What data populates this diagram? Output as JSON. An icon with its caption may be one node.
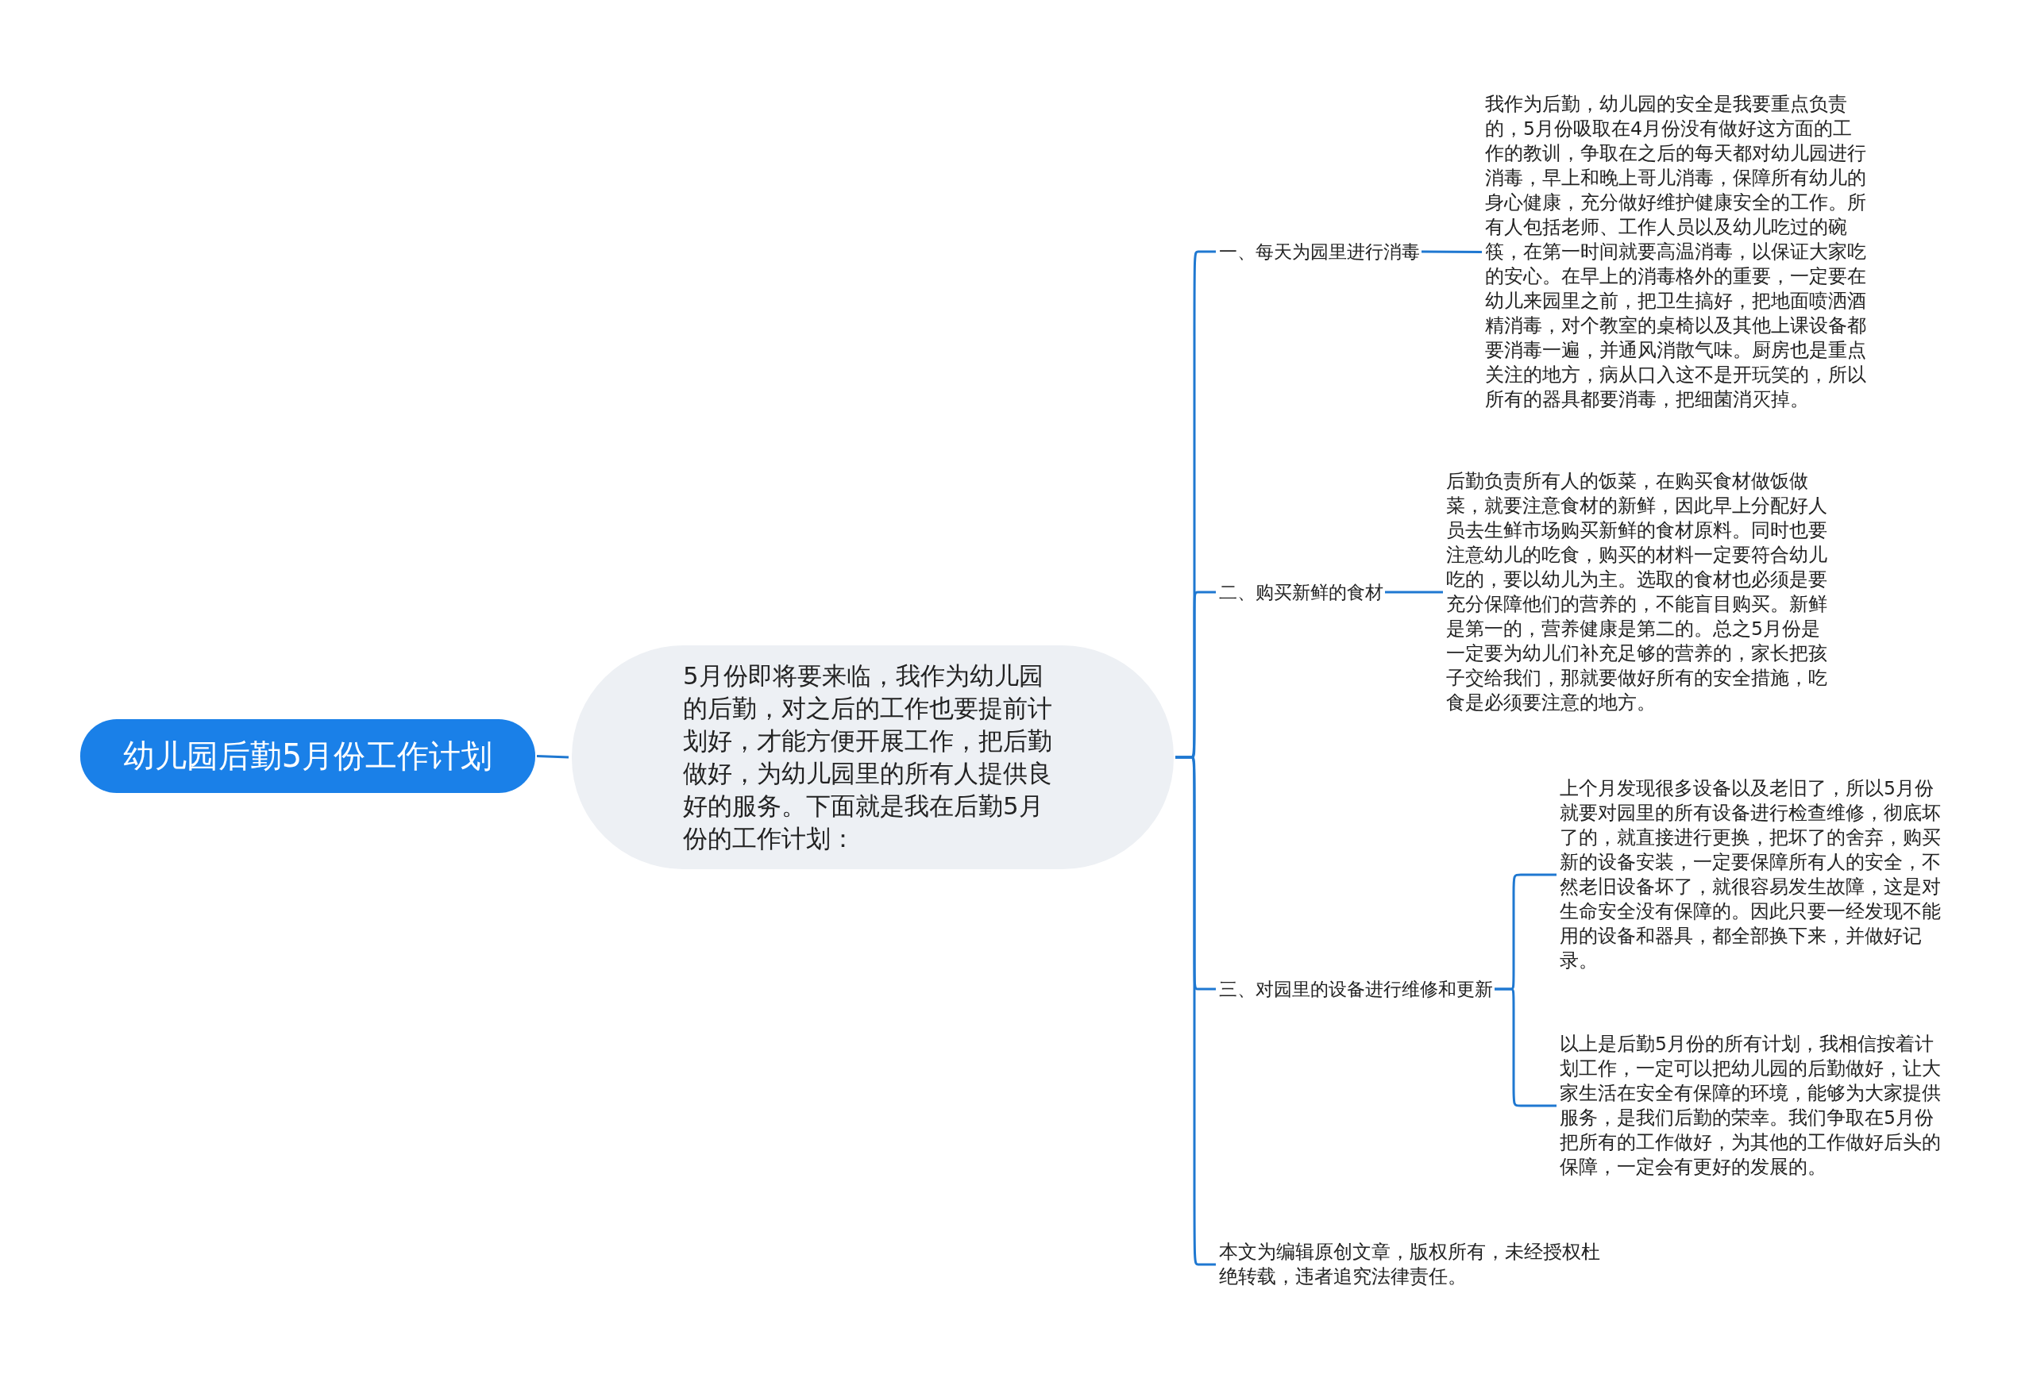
{
  "diagram": {
    "nodes": [
      {
        "text": [
          "幼儿园后勤5月份工作计划"
        ]
      },
      {
        "text": [
          "5月份即将要来临，我作为幼儿园的后勤，对之后的工作也要提前计划好，才能方便开展工作，把后勤做好，为幼儿园里的所有人提供良好的服务。下面就是我在后勤5月份的工作计划："
        ]
      },
      {
        "text": [
          "一、每天为园里进行消毒"
        ]
      },
      {
        "text": [
          "我作为后勤，幼儿园的安全是我要重点负责的，5月份吸取在4月份没有做好这方面的工作的教训，争取在之后的每天都对幼儿园进行消毒，早上和晚上哥儿消毒，保障所有幼儿的身心健康，充分做好维护健康安全的工作。所有人包括老师、工作人员以及幼儿吃过的碗筷，在第一时间就要高温消毒，以保证大家吃的安心。在早上的消毒格外的重要，一定要在幼儿来园里之前，把卫生搞好，把地面喷洒酒精消毒，对个教室的桌椅以及其他上课设备都要消毒一遍，并通风消散气味。厨房也是重点关注的地方，病从口入这不是开玩笑的，所以所有的器具都要消毒，把细菌消灭掉。"
        ]
      },
      {
        "text": [
          "二、购买新鲜的食材"
        ]
      },
      {
        "text": [
          "后勤负责所有人的饭菜，在购买食材做饭做菜，就要注意食材的新鲜，因此早上分配好人员去生鲜市场购买新鲜的食材原料。同时也要注意幼儿的吃食，购买的材料一定要符合幼儿吃的，要以幼儿为主。选取的食材也必须是要充分保障他们的营养的，不能盲目购买。新鲜是第一的，营养健康是第二的。总之5月份是一定要为幼儿们补充足够的营养的，家长把孩子交给我们，那就要做好所有的安全措施，吃食是必须要注意的地方。"
        ]
      },
      {
        "text": [
          "三、对园里的设备进行维修和更新"
        ]
      },
      {
        "text": [
          "上个月发现很多设备以及老旧了，所以5月份就要对园里的所有设备进行检查维修，彻底坏了的，就直接进行更换，把坏了的舍弃，购买新的设备安装，一定要保障所有人的安全，不然老旧设备坏了，就很容易发生故障，这是对生命安全没有保障的。因此只要一经发现不能用的设备和器具，都全部换下来，并做好记录。"
        ]
      },
      {
        "text": [
          "以上是后勤5月份的所有计划，我相信按着计划工作，一定可以把幼儿园的后勤做好，让大家生活在安全有保障的环境，能够为大家提供服务，是我们后勤的荣幸。我们争取在5月份把所有的工作做好，为其他的工作做好后头的保障，一定会有更好的发展的。"
        ]
      },
      {
        "text": [
          "本文为编辑原创文章，版权所有，未经授权杜绝转载，违者追究法律责任。"
        ]
      }
    ],
    "edges": [
      {
        "from": 0,
        "to": 1,
        "arrow": "none"
      },
      {
        "from": 1,
        "to": 2,
        "arrow": "none"
      },
      {
        "from": 1,
        "to": 4,
        "arrow": "none"
      },
      {
        "from": 1,
        "to": 6,
        "arrow": "none"
      },
      {
        "from": 1,
        "to": 9,
        "arrow": "none"
      },
      {
        "from": 2,
        "to": 3,
        "arrow": "none"
      },
      {
        "from": 4,
        "to": 5,
        "arrow": "none"
      },
      {
        "from": 6,
        "to": 7,
        "arrow": "none"
      },
      {
        "from": 6,
        "to": 8,
        "arrow": "none"
      }
    ]
  }
}
